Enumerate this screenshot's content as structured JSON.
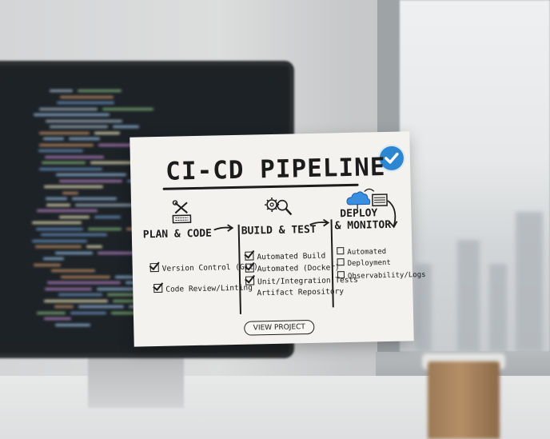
{
  "card": {
    "title": "CI-CD PIPELINE",
    "columns": [
      {
        "heading": "PLAN & CODE",
        "icon": "tools-keyboard-icon",
        "items": [
          {
            "label": "Version Control (Git)",
            "checked": true
          },
          {
            "label": "Code Review/Linting",
            "checked": true
          }
        ]
      },
      {
        "heading": "BUILD & TEST",
        "icon": "gears-magnifier-icon",
        "items": [
          {
            "label": "Automated Build",
            "checked": true
          },
          {
            "label": "Automated (Docker)",
            "checked": true
          },
          {
            "label": "Unit/Integration Tests",
            "checked": true
          },
          {
            "label": "Artifact Repository",
            "checked": false
          }
        ]
      },
      {
        "heading_line1": "DEPLOY",
        "heading_line2": "& MONITOR",
        "icon": "cloud-dashboard-icon",
        "items": [
          {
            "label": "Automated",
            "checked": false
          },
          {
            "label": "Deployment",
            "checked": false
          },
          {
            "label": "Observability/Logs",
            "checked": false
          }
        ]
      }
    ],
    "button_label": "VIEW PROJECT",
    "badge_icon": "checkmark-badge-icon"
  },
  "colors": {
    "badge": "#2c86d1",
    "ink": "#1c1c1c",
    "paper": "#f3f2ef",
    "screen": "#1d2227"
  }
}
